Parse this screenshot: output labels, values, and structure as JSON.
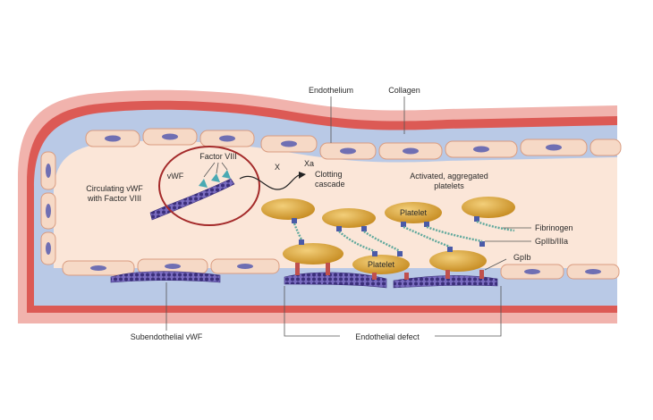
{
  "labels": {
    "endothelium": "Endothelium",
    "collagen": "Collagen",
    "factor_viii": "Factor VIII",
    "vwf": "vWF",
    "circulating_vwf_line1": "Circulating vWF",
    "circulating_vwf_line2": "with Factor VIII",
    "x": "X",
    "xa": "Xa",
    "clotting_line1": "Clotting",
    "clotting_line2": "cascade",
    "activated_line1": "Activated, aggregated",
    "activated_line2": "platelets",
    "platelet_top": "Platelet",
    "platelet_bottom": "Platelet",
    "fibrinogen": "Fibrinogen",
    "gpiibiiia": "GpIIb/IIIa",
    "gpib": "GpIb",
    "subendothelial_vwf": "Subendothelial vWF",
    "endothelial_defect": "Endothelial defect"
  },
  "colors": {
    "vessel_outer": "#e98c8c",
    "vessel_red": "#d9534f",
    "collagen_band": "#b9c9e6",
    "endothelial_cell": "#f6d9c6",
    "nucleus": "#6f6fb3",
    "lumen": "#fbe8dc",
    "platelet": "#dfa83a",
    "vwf_chain": "#4b3f8c",
    "highlight_circle": "#a42a2a",
    "fibrinogen": "#6aa9a0"
  }
}
